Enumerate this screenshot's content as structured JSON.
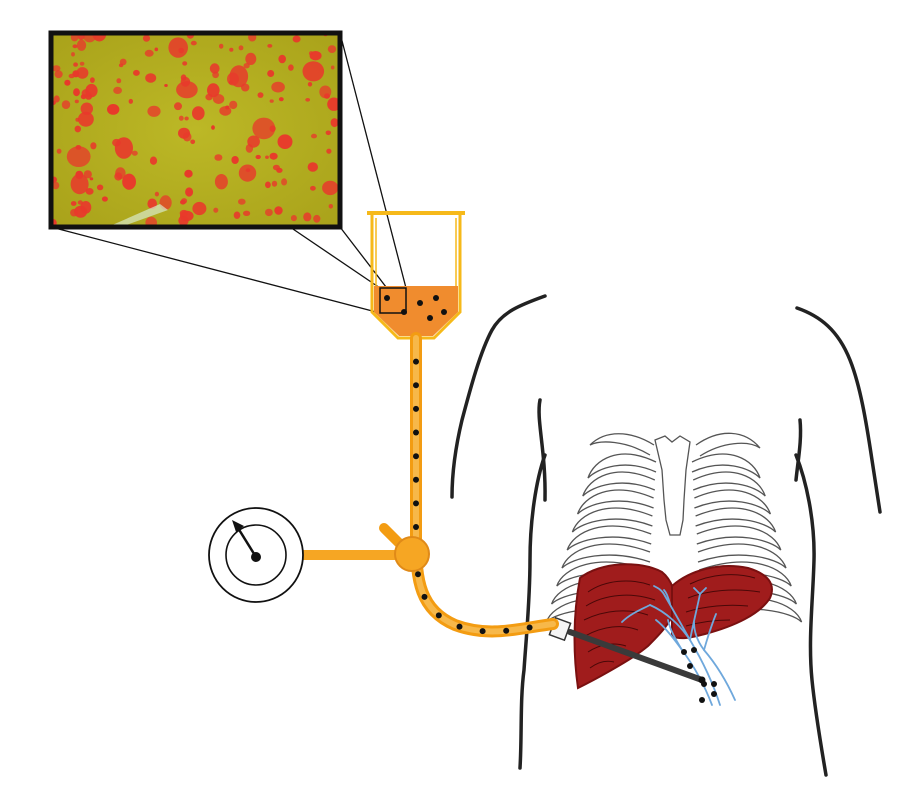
{
  "diagram": {
    "colors": {
      "background": "#ffffff",
      "tube": "#f6a623",
      "tube_edge": "#f39c12",
      "fluid": "#f08c2e",
      "reservoir_outline": "#f6b91a",
      "cells": "#e8392b",
      "cell_field": "#b5b21f",
      "liver": "#a01c1c",
      "liver_edge": "#7a1010",
      "vessels": "#6fa8dc",
      "catheter": "#3a3a3a",
      "body_outline": "#222222",
      "rib_outline": "#555555",
      "particles": "#111111"
    },
    "components": [
      {
        "name": "microscope-inset",
        "icon": "magnified-cell-field"
      },
      {
        "name": "reservoir",
        "icon": "syringe-reservoir"
      },
      {
        "name": "infusion-tube",
        "icon": "tube-with-particles"
      },
      {
        "name": "pressure-gauge",
        "icon": "dial-gauge"
      },
      {
        "name": "three-way-valve",
        "icon": "valve"
      },
      {
        "name": "catheter",
        "icon": "catheter"
      },
      {
        "name": "torso",
        "icon": "human-torso-outline"
      },
      {
        "name": "ribcage",
        "icon": "ribcage-outline"
      },
      {
        "name": "liver",
        "icon": "liver-with-portal-vessels"
      }
    ]
  }
}
